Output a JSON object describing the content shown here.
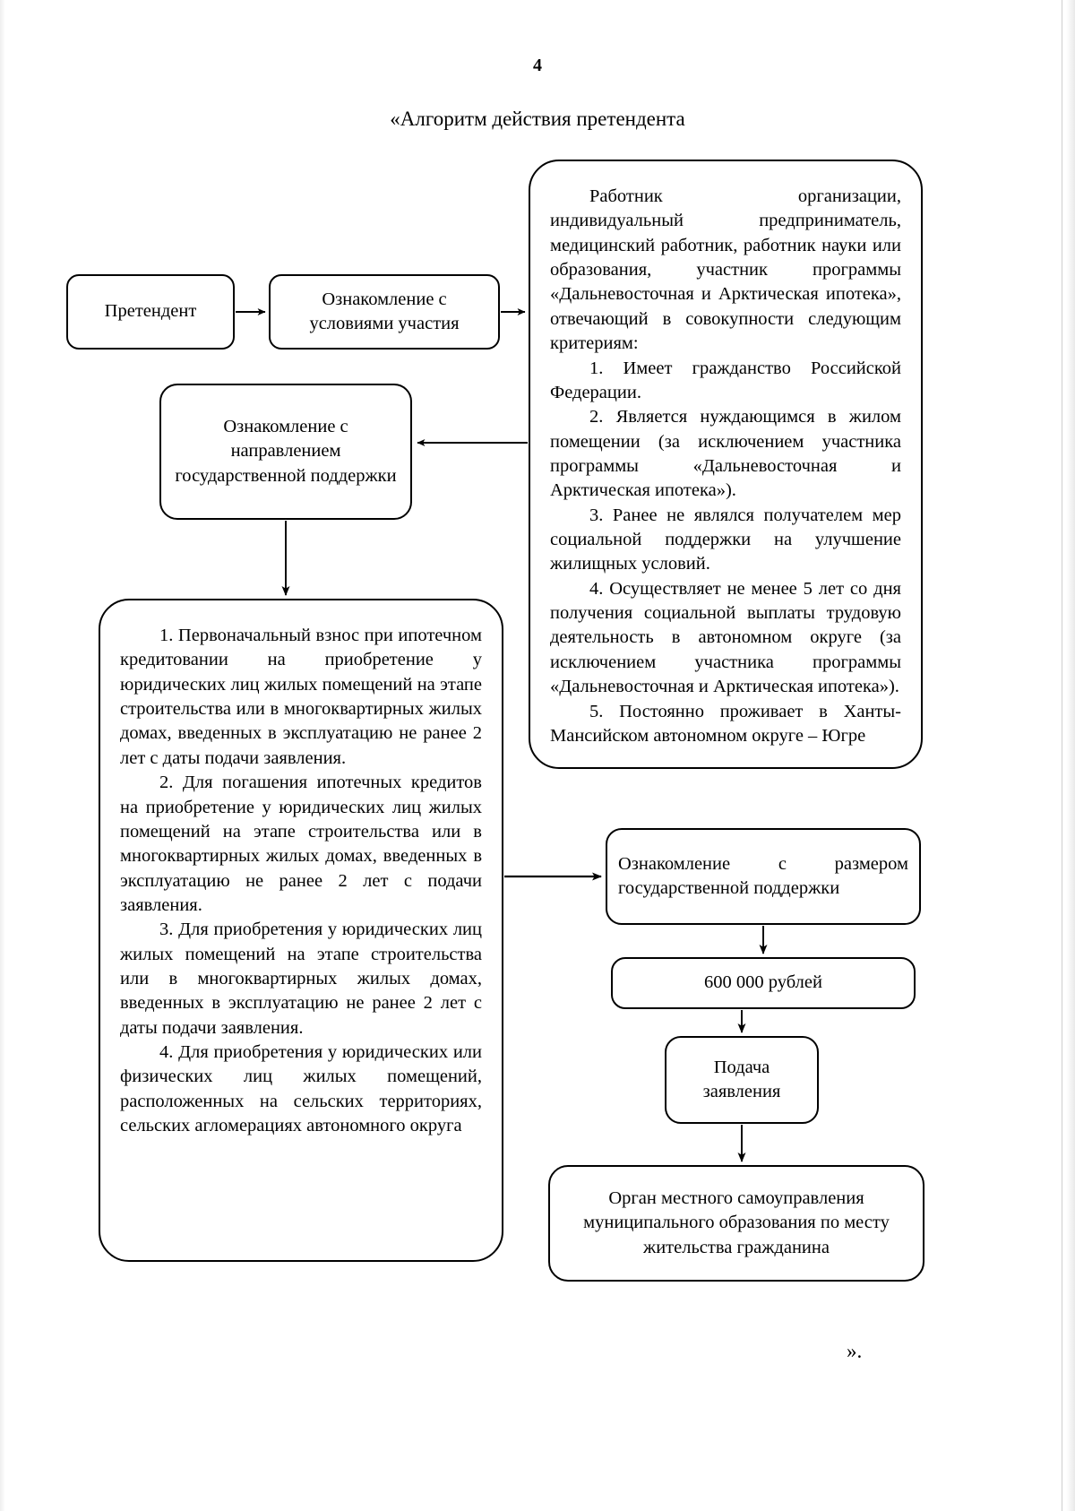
{
  "page": {
    "number": "4",
    "title": "«Алгоритм действия претендента",
    "closing_quote": "»."
  },
  "nodes": {
    "claimant": {
      "label": "Претендент"
    },
    "terms": {
      "label": "Ознакомление с условиями участия"
    },
    "direction": {
      "label": "Ознакомление с направлением государственной поддержки"
    },
    "criteria": {
      "paragraphs": [
        "Работник организации, индивидуальный предприниматель, медицинский работник, работник науки или образования, участник программы «Дальневосточная и Арктическая ипотека», отвечающий в совокупности следующим критериям:",
        "1. Имеет гражданство Российской Федерации.",
        "2. Является нуждающимся в жилом помещении (за исключением участника программы «Дальневосточная и Арктическая ипотека»).",
        "3. Ранее не являлся получателем мер социальной поддержки на улучшение жилищных условий.",
        "4. Осуществляет не менее 5 лет со дня получения социальной выплаты трудовую деятельность в автономном округе (за исключением участника программы «Дальневосточная и Арктическая ипотека»).",
        "5. Постоянно проживает в Ханты-Мансийском автономном округе – Югре"
      ]
    },
    "purposes": {
      "paragraphs": [
        "1. Первоначальный взнос при ипотечном кредитовании на приобретение у юридических лиц жилых помещений на этапе строительства или в многоквартирных жилых домах, введенных в эксплуатацию не ранее 2 лет с даты подачи заявления.",
        "2. Для погашения ипотечных кредитов на приобретение у юридических лиц жилых помещений на этапе строительства или в многоквартирных жилых домах, введенных в эксплуатацию не ранее 2 лет с подачи заявления.",
        "3. Для приобретения у юридических лиц жилых помещений на этапе строительства или в многоквартирных жилых домах, введенных в эксплуатацию не ранее 2 лет с даты подачи заявления.",
        "4. Для приобретения у юридических или физических лиц жилых помещений, расположенных на сельских территориях, сельских агломерациях автономного округа"
      ]
    },
    "amount": {
      "label": "Ознакомление с размером государственной поддержки"
    },
    "sum": {
      "label": "600 000 рублей"
    },
    "application": {
      "label": "Подача заявления"
    },
    "authority": {
      "label": "Орган местного самоуправления муниципального образования по месту жительства гражданина"
    }
  },
  "connectors": [
    {
      "name": "claimant-to-terms",
      "from": "claimant",
      "to": "terms",
      "direction": "right"
    },
    {
      "name": "terms-to-criteria",
      "from": "terms",
      "to": "criteria",
      "direction": "right"
    },
    {
      "name": "criteria-to-direction",
      "from": "criteria",
      "to": "direction",
      "direction": "left"
    },
    {
      "name": "direction-to-purposes",
      "from": "direction",
      "to": "purposes",
      "direction": "down"
    },
    {
      "name": "purposes-to-amount",
      "from": "purposes",
      "to": "amount",
      "direction": "right"
    },
    {
      "name": "amount-to-sum",
      "from": "amount",
      "to": "sum",
      "direction": "down"
    },
    {
      "name": "sum-to-application",
      "from": "sum",
      "to": "application",
      "direction": "down"
    },
    {
      "name": "application-to-authority",
      "from": "application",
      "to": "authority",
      "direction": "down"
    }
  ],
  "colors": {
    "ink": "#000000",
    "paper": "#ffffff"
  }
}
